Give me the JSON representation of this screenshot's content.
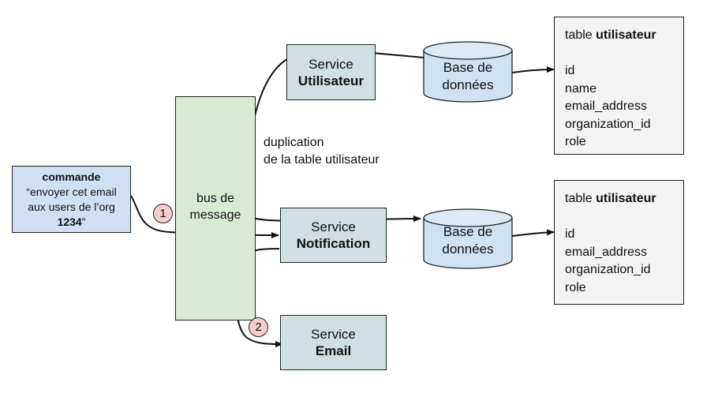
{
  "command": {
    "title": "commande",
    "line1": "“envoyer cet email",
    "line2": "aux users de l’org",
    "org_id": "1234",
    "closing_quote": "”"
  },
  "bus": {
    "line1": "bus de",
    "line2": "message"
  },
  "services": {
    "utilisateur": {
      "line1": "Service",
      "line2": "Utilisateur"
    },
    "notification": {
      "line1": "Service",
      "line2": "Notification"
    },
    "email": {
      "line1": "Service",
      "line2": "Email"
    }
  },
  "databases": [
    {
      "line1": "Base de",
      "line2": "données"
    },
    {
      "line1": "Base de",
      "line2": "données"
    }
  ],
  "tables": [
    {
      "prefix": "table ",
      "name": "utilisateur",
      "fields": [
        "id",
        "name",
        "email_address",
        "organization_id",
        "role"
      ]
    },
    {
      "prefix": "table ",
      "name": "utilisateur",
      "fields": [
        "id",
        "email_address",
        "organization_id",
        "role"
      ]
    }
  ],
  "annotation": {
    "line1": "duplication",
    "line2": "de la table utilisateur"
  },
  "steps": [
    "1",
    "2"
  ],
  "colors": {
    "service_fill": "#d0dfe3",
    "command_fill": "#cfe0f5",
    "bus_fill": "#d9ead3",
    "database_fill": "#cfe2f3",
    "table_fill": "#f3f3f3",
    "step_badge_fill": "#f4cccc"
  }
}
